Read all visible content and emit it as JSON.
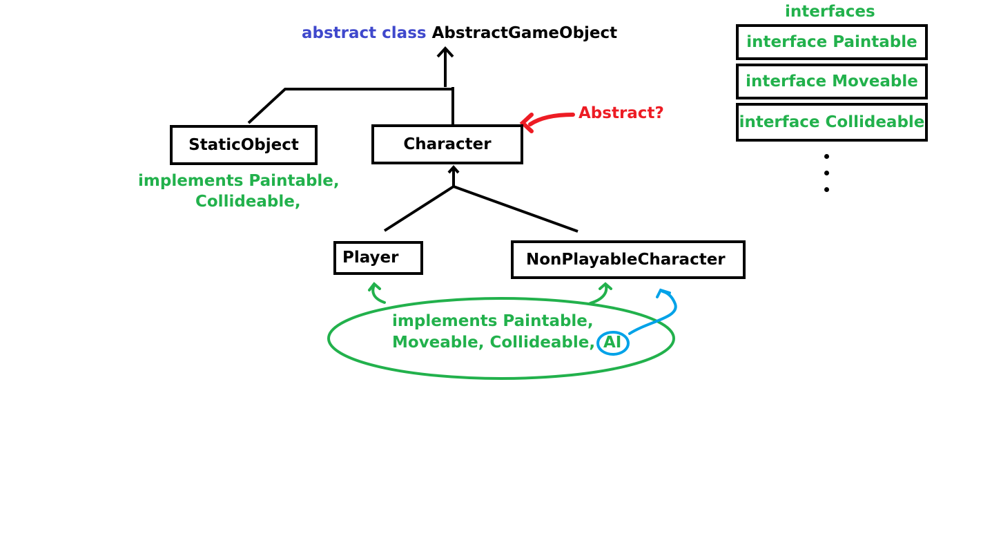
{
  "root": {
    "keyword": "abstract class",
    "name": "AbstractGameObject"
  },
  "classes": {
    "static_object": "StaticObject",
    "character": "Character",
    "player": "Player",
    "npc": "NonPlayableCharacter"
  },
  "annotations": {
    "abstract_question": "Abstract?",
    "static_impl_line1": "implements Paintable,",
    "static_impl_line2": "Collideable,",
    "char_impl_line1": "implements Paintable,",
    "char_impl_line2": "Moveable, Collideable,",
    "ai_label": "AI"
  },
  "interfaces": {
    "heading": "interfaces",
    "items": [
      "interface Paintable",
      "interface Moveable",
      "interface Collideable"
    ]
  },
  "colors": {
    "keyword": "#3f48cc",
    "implements": "#22b14c",
    "question": "#ed1c24",
    "ai_highlight": "#00a2e8",
    "lines": "#000000"
  }
}
